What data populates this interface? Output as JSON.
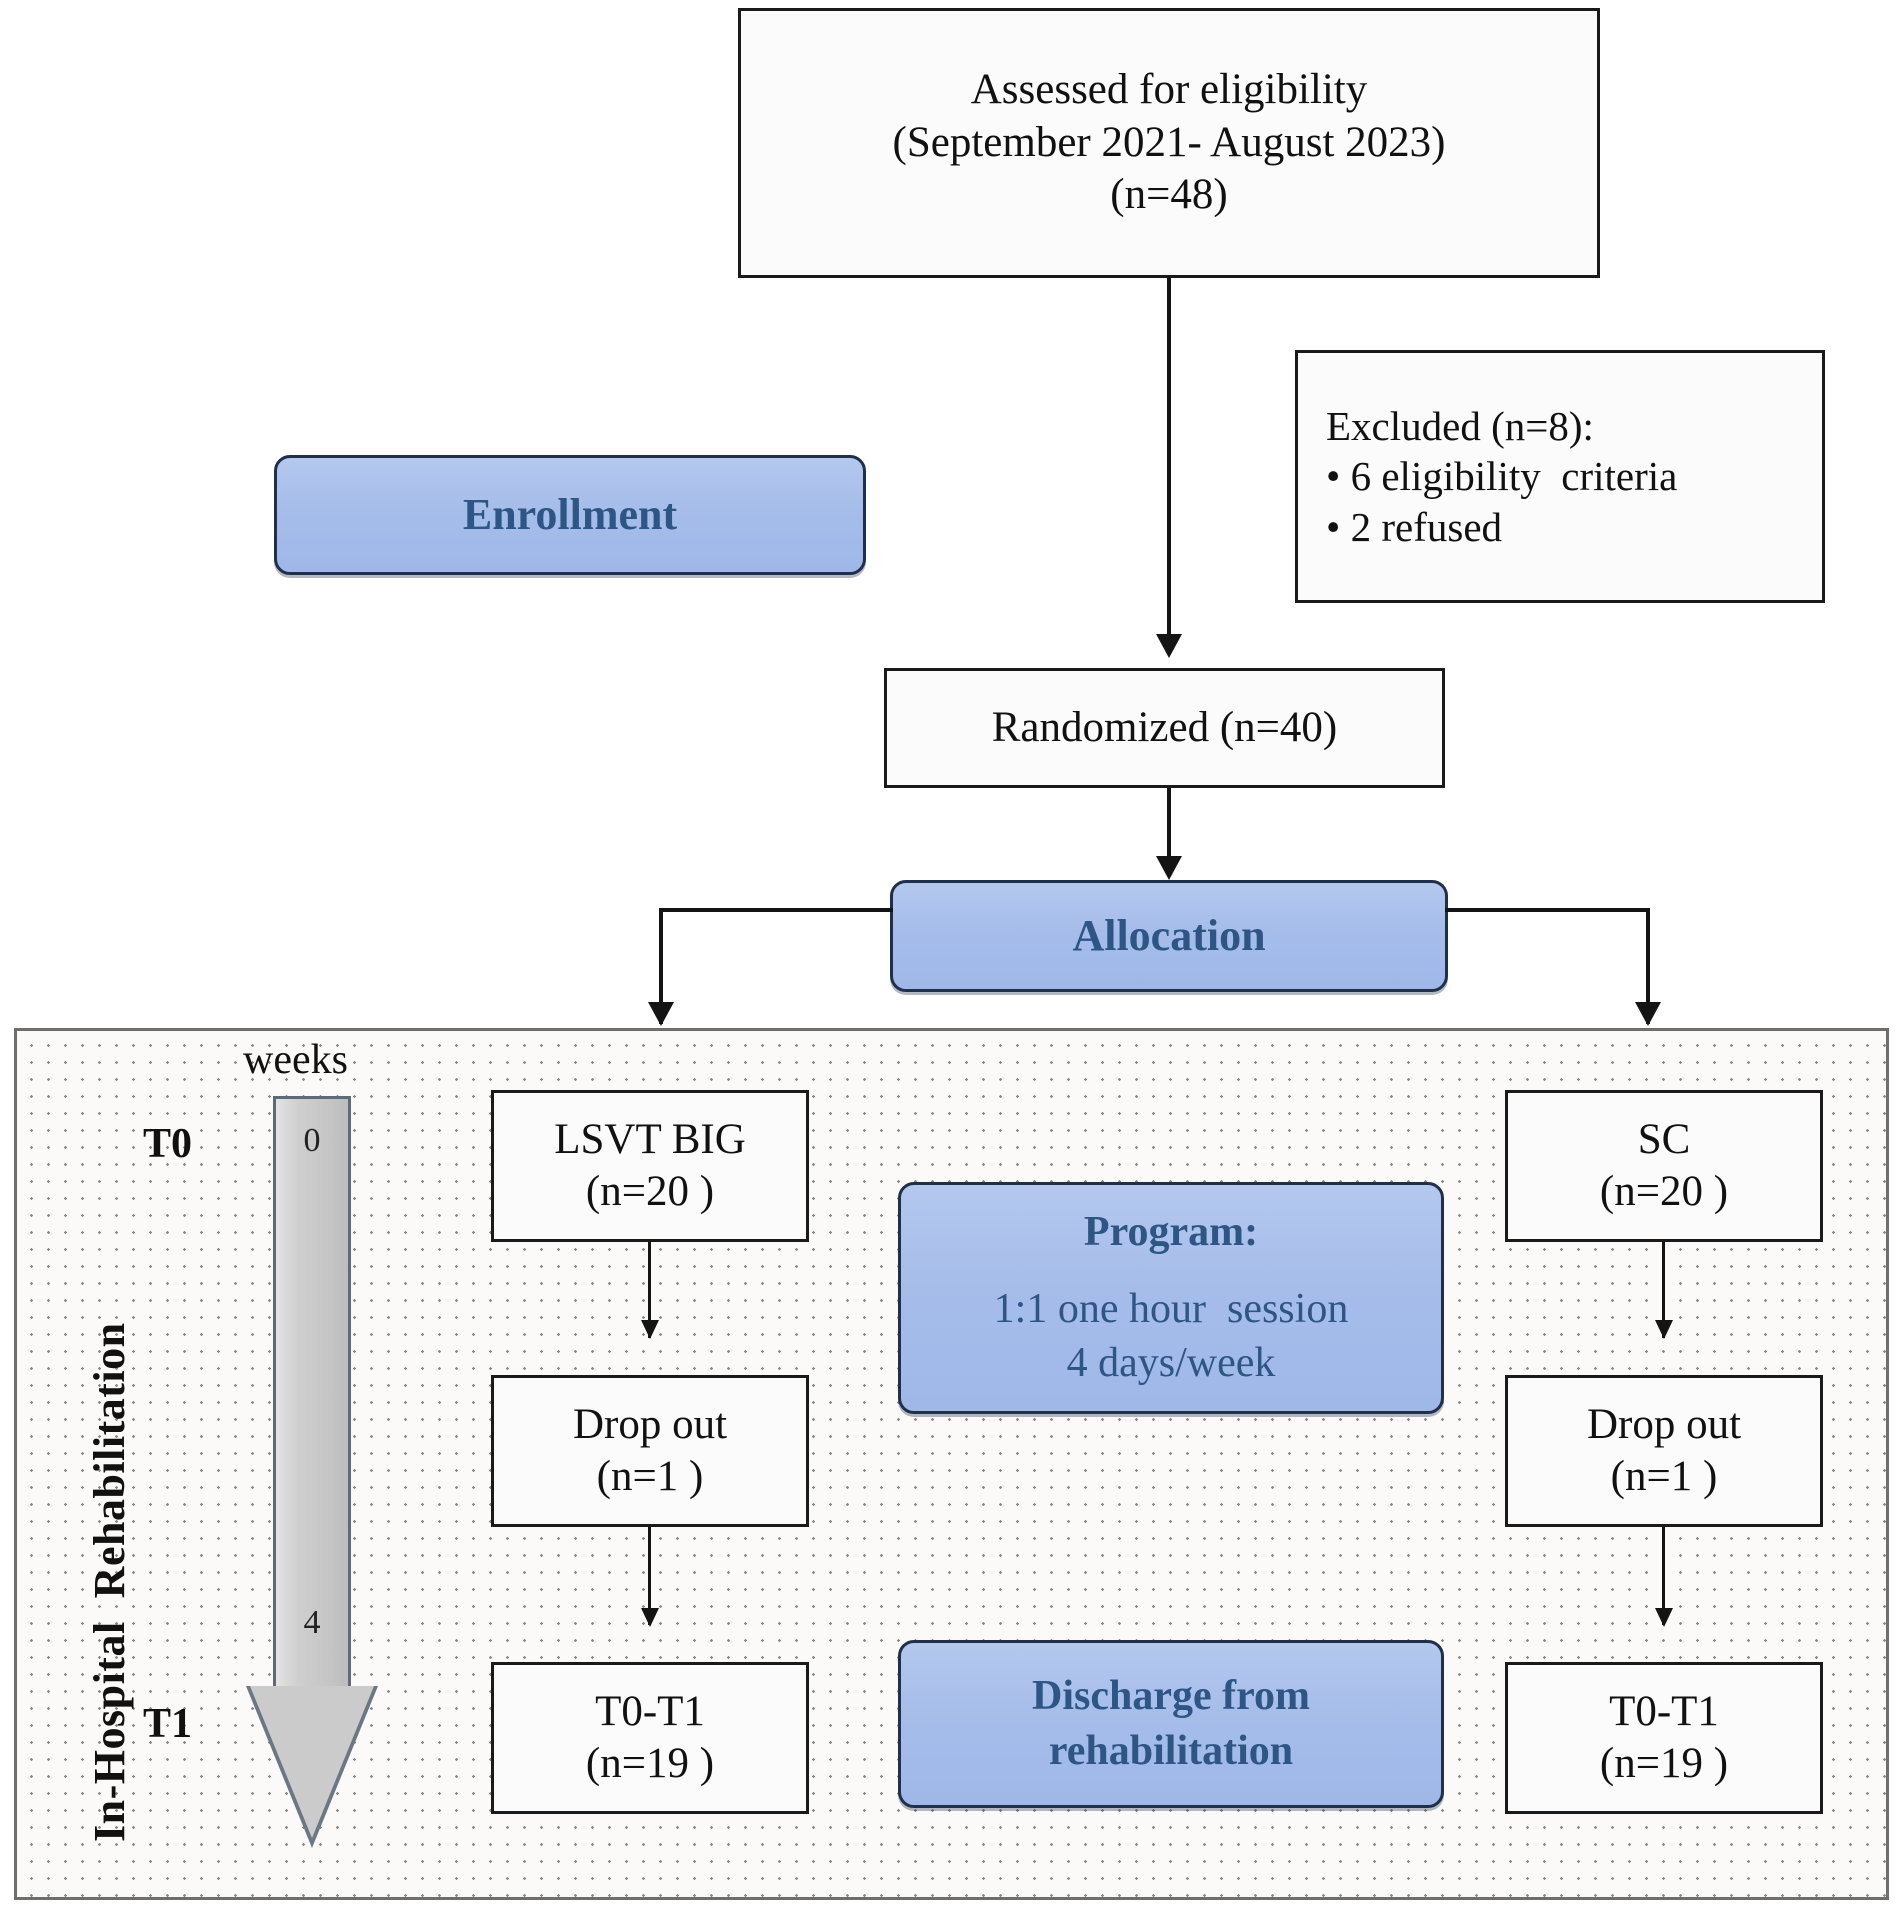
{
  "diagram": {
    "title": "CONSORT participant flow diagram",
    "colors": {
      "stage_fill": "#a6bdea",
      "stage_text": "#2e5685",
      "stage_border": "#20304b",
      "node_border": "#1a1a1a",
      "panel_border": "#6e6e6e",
      "weeks_arrow_fill": "#c9c9c9",
      "connector": "#141414"
    }
  },
  "nodes": {
    "assessed": {
      "line1": "Assessed for eligibility",
      "line2": "(September 2021- August 2023)",
      "line3": "(n=48)"
    },
    "excluded": {
      "heading": "Excluded (n=8):",
      "bullet1": "• 6 eligibility  criteria",
      "bullet2": "• 2 refused"
    },
    "randomized": {
      "line1": "Randomized (n=40)"
    },
    "lsvt_big": {
      "line1": "LSVT BIG",
      "line2": "(n=20 )"
    },
    "sc": {
      "line1": "SC",
      "line2": "(n=20 )"
    },
    "dropout_left": {
      "line1": "Drop out",
      "line2": "(n=1 )"
    },
    "dropout_right": {
      "line1": "Drop out",
      "line2": "(n=1 )"
    },
    "t0t1_left": {
      "line1": "T0-T1",
      "line2": "(n=19 )"
    },
    "t0t1_right": {
      "line1": "T0-T1",
      "line2": "(n=19 )"
    }
  },
  "stages": {
    "enrollment": {
      "label": "Enrollment"
    },
    "allocation": {
      "label": "Allocation"
    },
    "program": {
      "heading": "Program:",
      "line1": "1:1 one hour  session",
      "line2": "4 days/week"
    },
    "discharge": {
      "line1": "Discharge from",
      "line2": "rehabilitation"
    }
  },
  "panel": {
    "vertical_title": "In-Hospital  Rehabilitation",
    "weeks_label": "weeks",
    "timepoints": [
      {
        "name": "T0",
        "week": "0"
      },
      {
        "name": "T1",
        "week": "4"
      }
    ]
  }
}
